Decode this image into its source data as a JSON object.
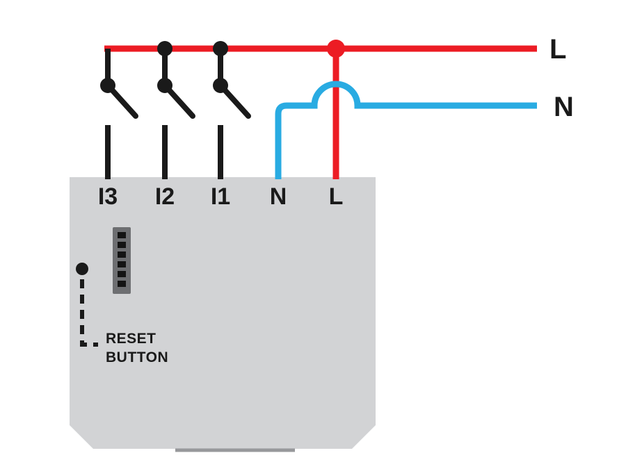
{
  "colors": {
    "live": "#ec1c24",
    "neutral": "#29abe2",
    "wire": "#1a1a1a",
    "device_body": "#d2d3d5",
    "device_edge": "#97989b",
    "pin_header": "#6d6e71",
    "pin": "#141414"
  },
  "labels": {
    "live": "L",
    "neutral": "N"
  },
  "device": {
    "terminals": [
      "I3",
      "I2",
      "I1",
      "N",
      "L"
    ],
    "reset_line1": "RESET",
    "reset_line2": "BUTTON"
  }
}
